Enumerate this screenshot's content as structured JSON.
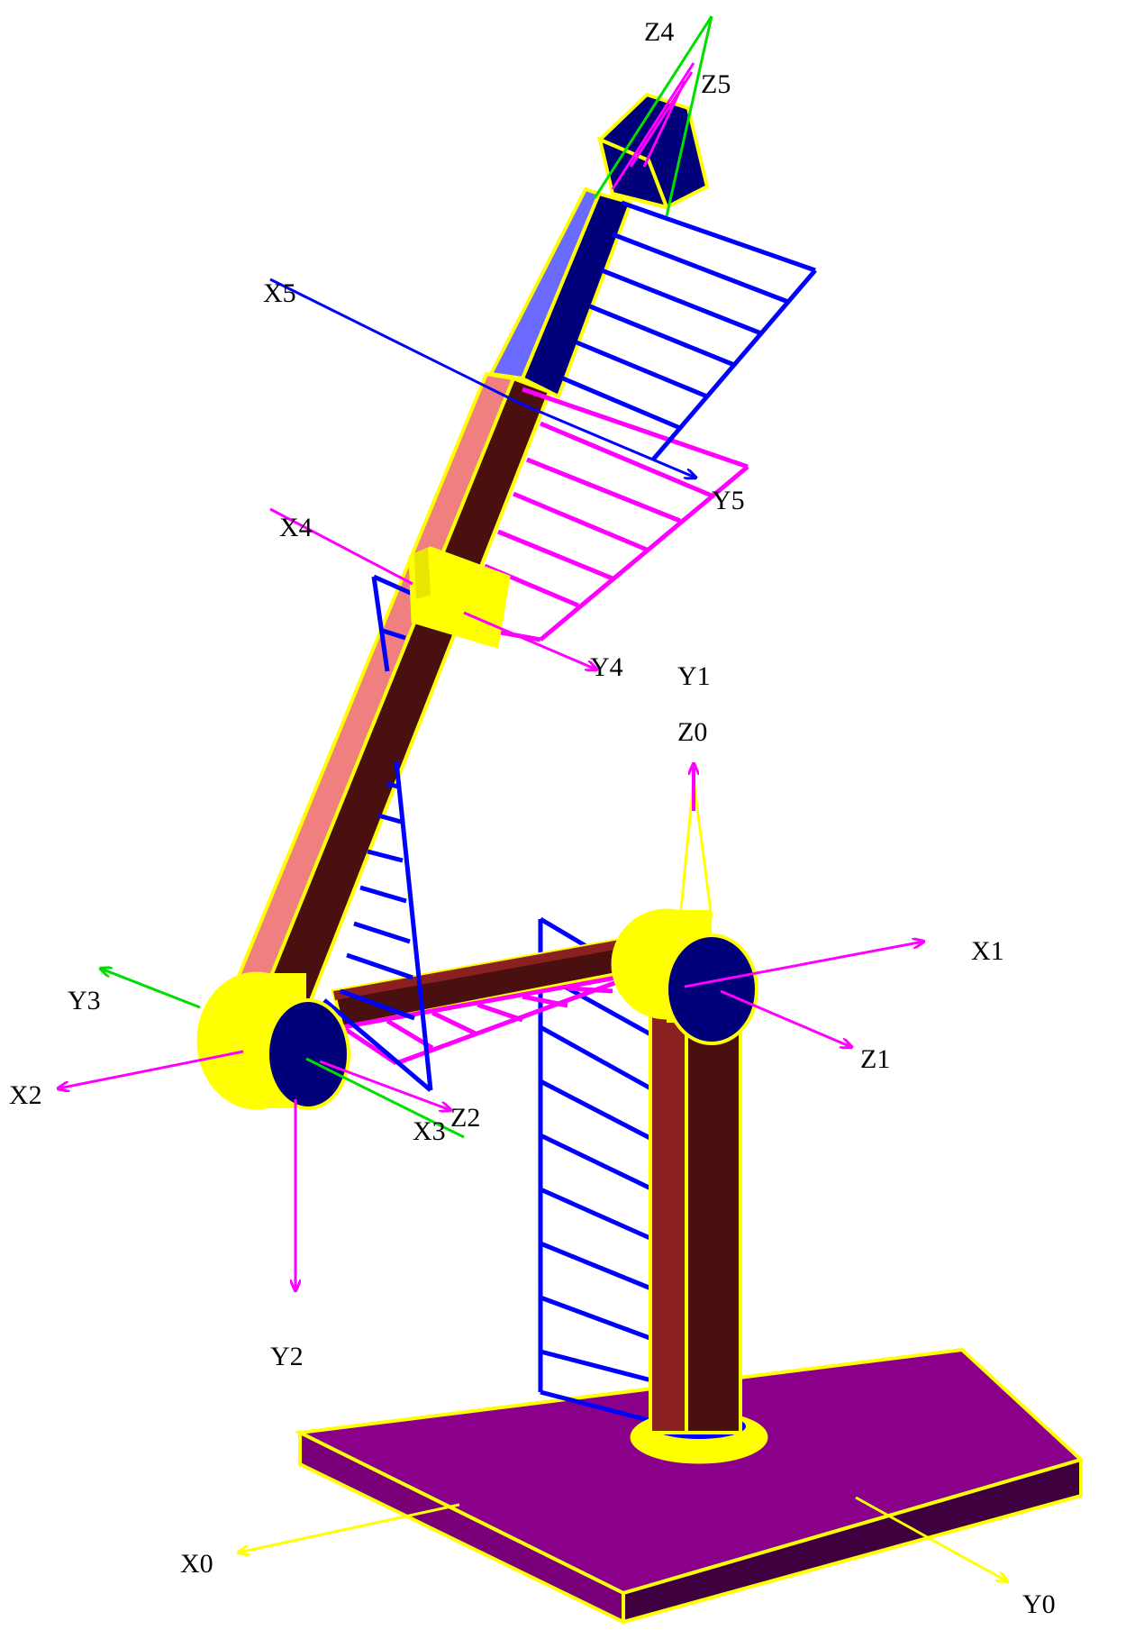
{
  "labels": {
    "z4": "Z4",
    "z5": "Z5",
    "x5": "X5",
    "y5": "Y5",
    "x4": "X4",
    "y4": "Y4",
    "y1": "Y1",
    "z0": "Z0",
    "x1": "X1",
    "z1": "Z1",
    "y3": "Y3",
    "x2": "X2",
    "x3": "X3",
    "z2": "Z2",
    "y2": "Y2",
    "x0": "X0",
    "y0": "Y0"
  },
  "colors": {
    "outline": "#ffff00",
    "link_dark": "#4a1010",
    "link_face": "#f08080",
    "link_blue": "#00007a",
    "link_blue_face": "#6a6aff",
    "base_top": "#8b008b",
    "base_side": "#4b004b",
    "blue_axis": "#0000ff",
    "magenta_axis": "#ff00ff",
    "green_axis": "#00dd00",
    "yellow_axis": "#ffff00"
  }
}
